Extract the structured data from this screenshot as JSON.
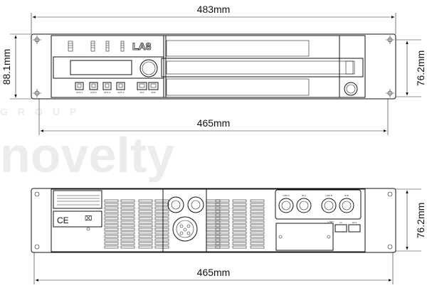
{
  "watermark": {
    "brand": "novelty",
    "group": "GROUP"
  },
  "front": {
    "model": "LA8",
    "buttons": [
      "OUT 1",
      "OUT 2",
      "OUT 3",
      "OUT 4",
      "IN A",
      "IN B"
    ]
  },
  "rear": {
    "inputs": [
      "LINK A",
      "IN A",
      "LINK B",
      "IN B"
    ],
    "network": {
      "label": "L-NET",
      "ports": [
        "IN",
        "OUT"
      ]
    }
  },
  "dimensions": {
    "front_width": "483mm",
    "front_height": "88.1mm",
    "front_rack_height": "76.2mm",
    "front_body_width": "465mm",
    "rear_rack_height": "76.2mm",
    "rear_body_width": "465mm"
  }
}
